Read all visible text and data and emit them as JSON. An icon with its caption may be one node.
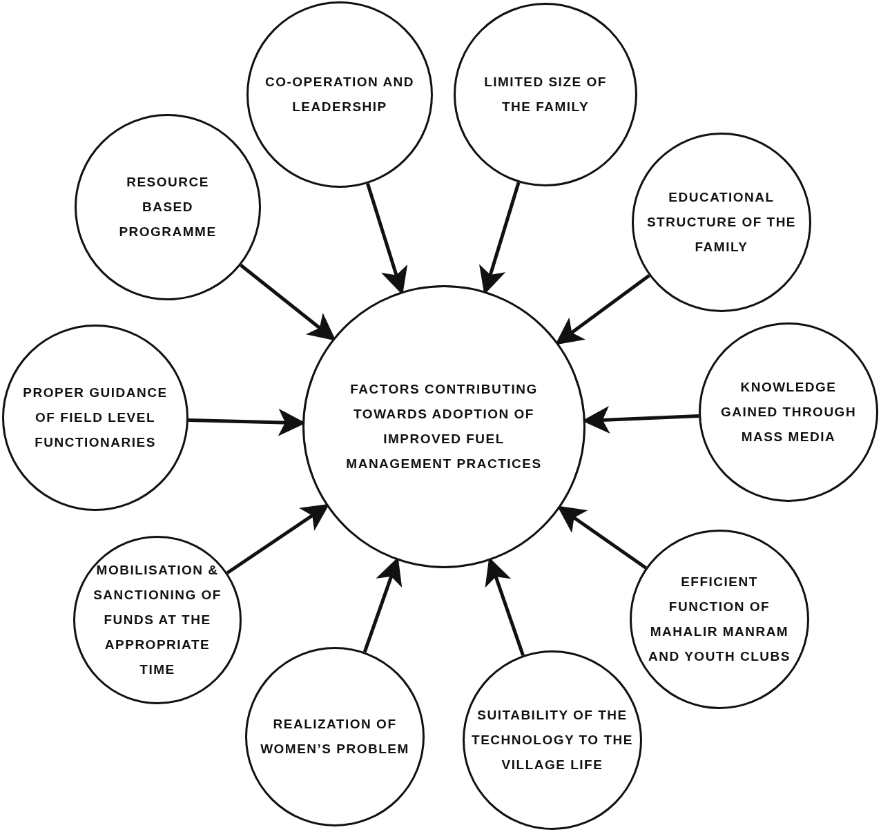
{
  "diagram": {
    "nodes": [
      {
        "text": [
          "FACTORS CONTRIBUTING TOWARDS ADOPTION OF IMPROVED FUEL MANAGEMENT PRACTICES"
        ]
      },
      {
        "text": [
          "CO-OPERATION AND LEADERSHIP"
        ]
      },
      {
        "text": [
          "LIMITED SIZE OF THE FAMILY"
        ]
      },
      {
        "text": [
          "EDUCATIONAL STRUCTURE OF THE FAMILY"
        ]
      },
      {
        "text": [
          "KNOWLEDGE GAINED THROUGH MASS MEDIA"
        ]
      },
      {
        "text": [
          "EFFICIENT FUNCTION OF MAHALIR MANRAM AND YOUTH CLUBS"
        ]
      },
      {
        "text": [
          "SUITABILITY OF THE TECHNOLOGY TO THE VILLAGE LIFE"
        ]
      },
      {
        "text": [
          "REALIZATION OF WOMEN’S PROBLEM"
        ]
      },
      {
        "text": [
          "MOBILISATION & SANCTIONING OF FUNDS AT THE APPROPRIATE TIME"
        ]
      },
      {
        "text": [
          "PROPER GUIDANCE OF FIELD LEVEL FUNCTIONARIES"
        ]
      },
      {
        "text": [
          "RESOURCE BASED PROGRAMME"
        ]
      }
    ],
    "edges": [
      {
        "from": 1,
        "to": 0,
        "arrow": "to"
      },
      {
        "from": 2,
        "to": 0,
        "arrow": "to"
      },
      {
        "from": 3,
        "to": 0,
        "arrow": "to"
      },
      {
        "from": 4,
        "to": 0,
        "arrow": "to"
      },
      {
        "from": 5,
        "to": 0,
        "arrow": "to"
      },
      {
        "from": 6,
        "to": 0,
        "arrow": "to"
      },
      {
        "from": 7,
        "to": 0,
        "arrow": "to"
      },
      {
        "from": 8,
        "to": 0,
        "arrow": "to"
      },
      {
        "from": 9,
        "to": 0,
        "arrow": "to"
      },
      {
        "from": 10,
        "to": 0,
        "arrow": "to"
      }
    ]
  }
}
